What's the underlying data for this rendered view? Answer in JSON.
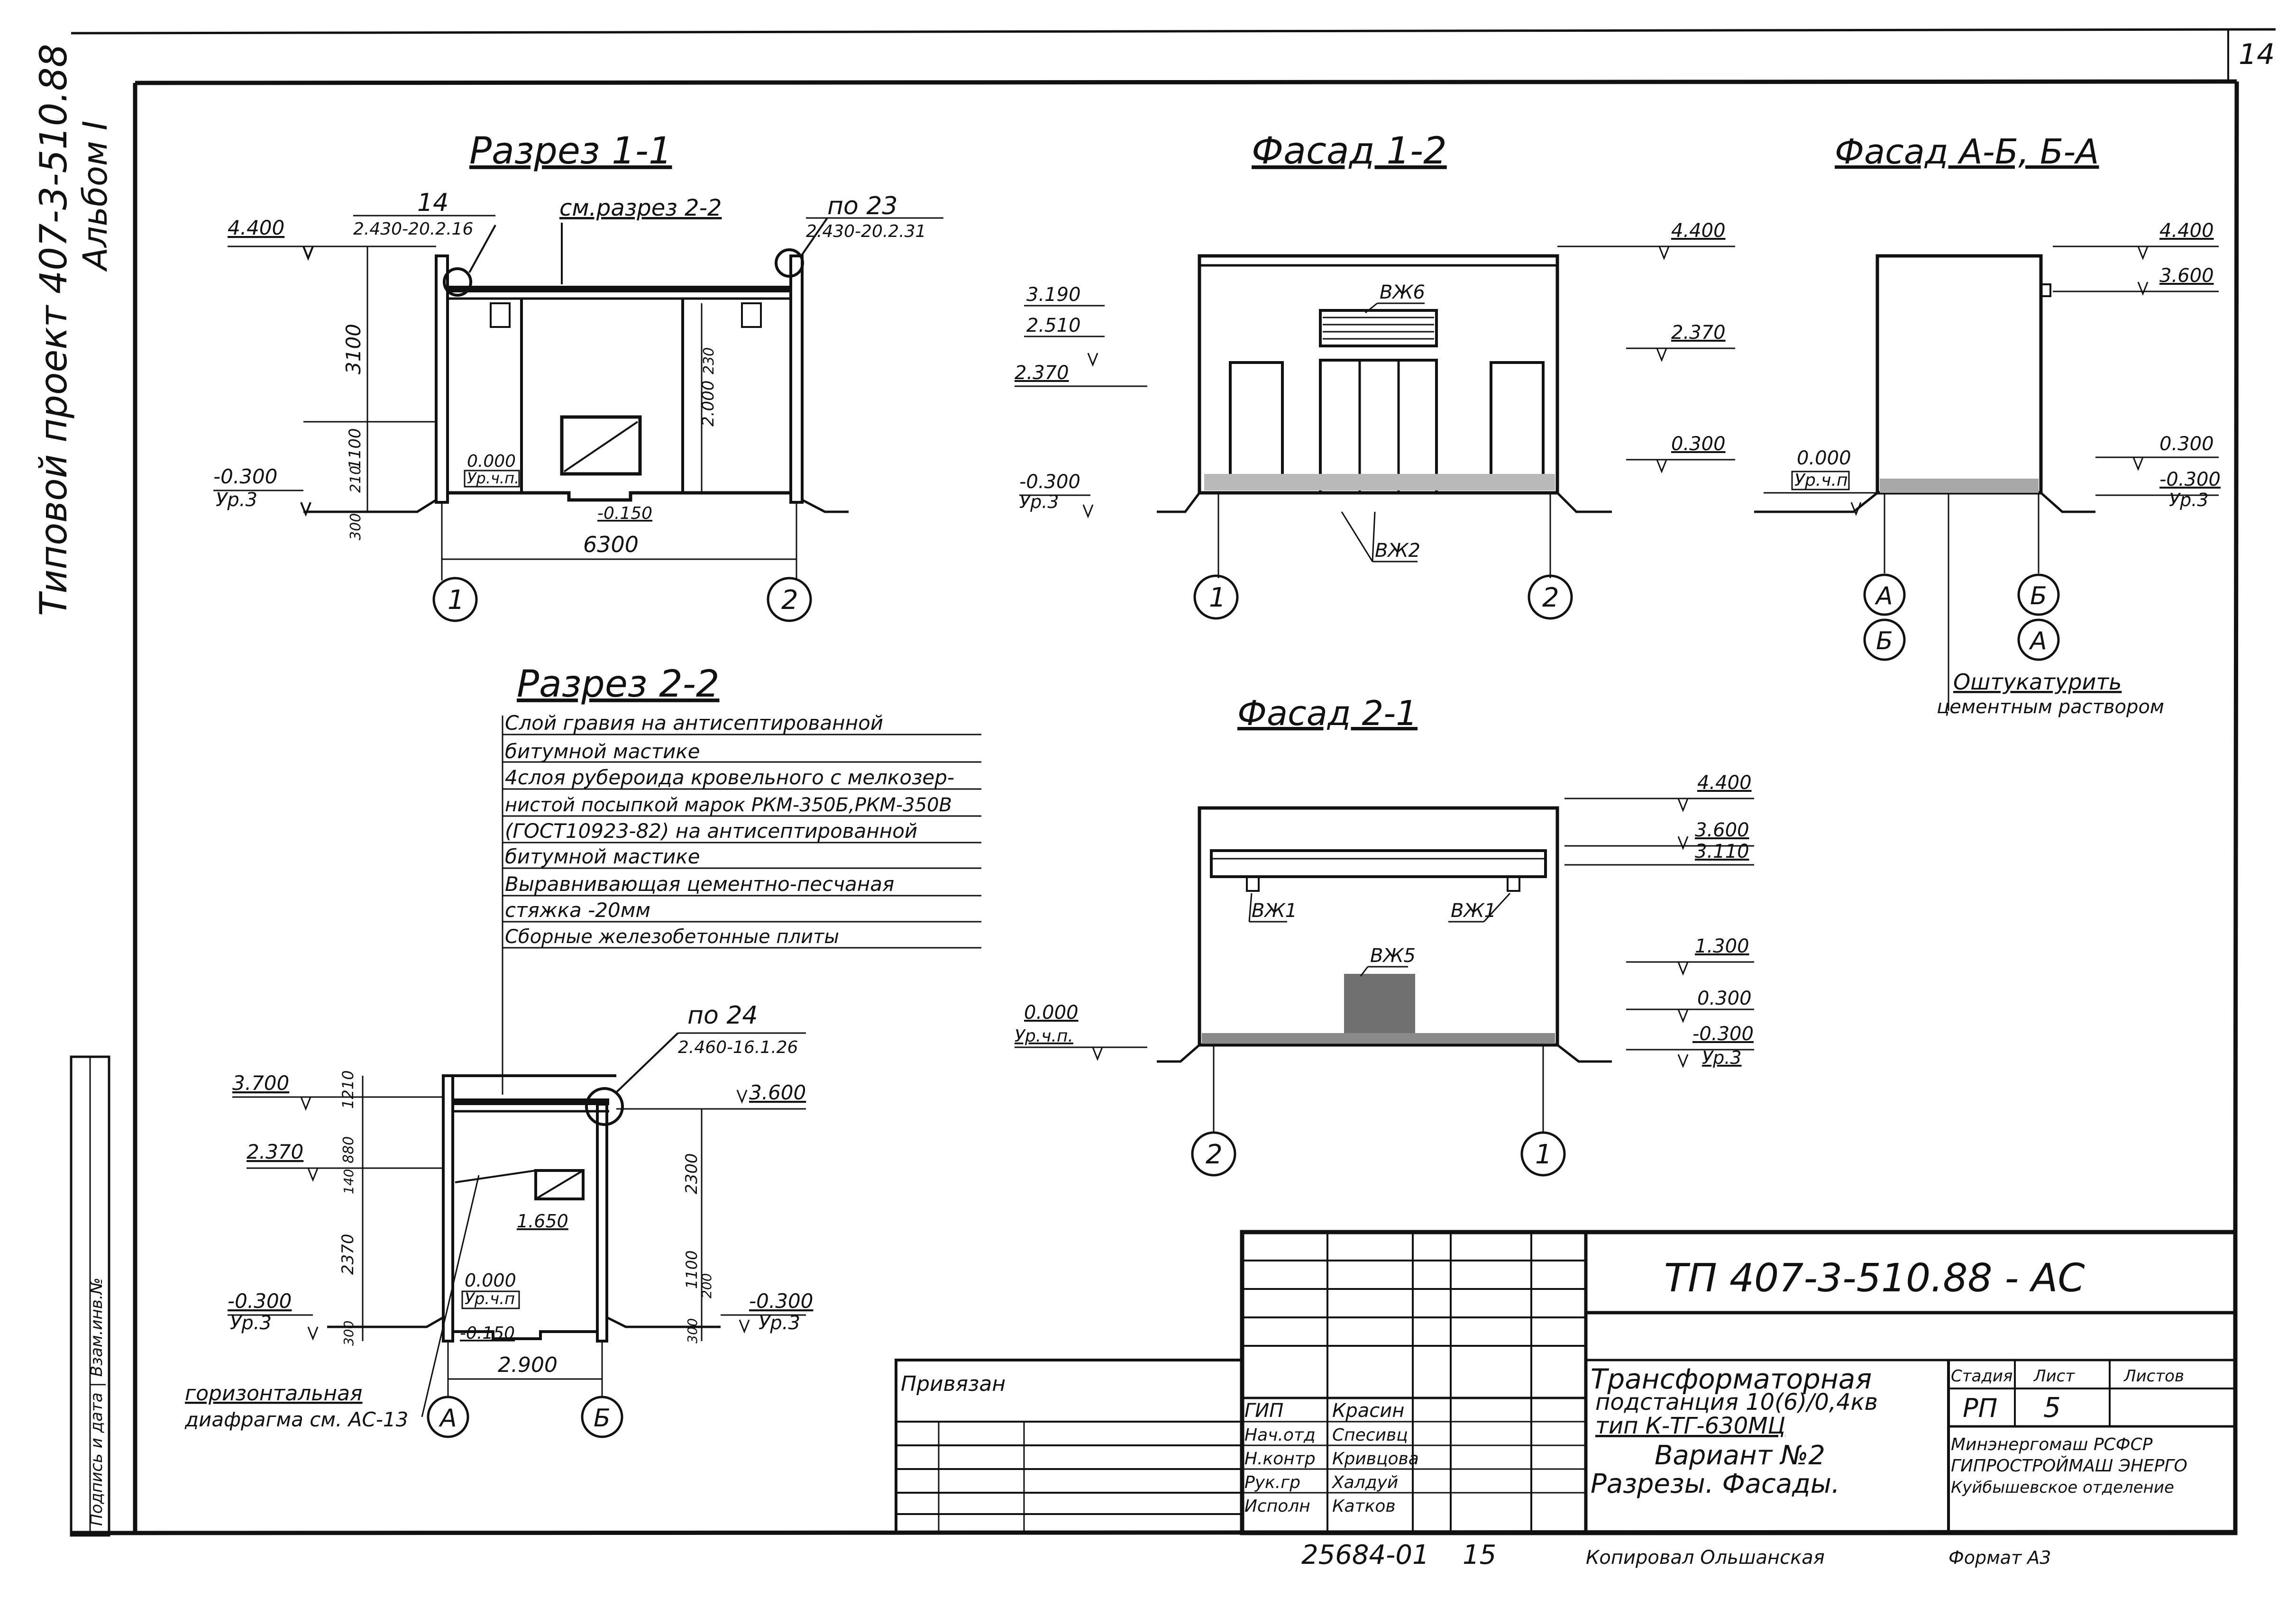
{
  "sheet": {
    "page_number": "14",
    "side_stamp": "Типовой проект 407-3-510.88",
    "side_stamp_album": "Альбом I",
    "left_strip": "Подпись и дата | Взам.инв.№"
  },
  "section_1_1": {
    "title": "Разрез 1-1",
    "ref_left_num": "14",
    "ref_left_code": "2.430-20.2.16",
    "ref_mid": "см.разрез 2-2",
    "ref_right_num": "по 23",
    "ref_right_code": "2.430-20.2.31",
    "level_top": "4.400",
    "level_bottom": "-0.300",
    "level_bottom_sub": "Ур.3",
    "dim_height": "3100",
    "dim_1100": "1100",
    "dim_210": "210",
    "dim_300": "300",
    "floor_level": "0.000",
    "floor_sub": "Ур.ч.п.",
    "dim_2000": "2.000",
    "dim_230": "230",
    "pit_level": "-0.150",
    "dim_width": "6300",
    "axis_left": "1",
    "axis_right": "2"
  },
  "facade_1_2": {
    "title": "Фасад 1-2",
    "levels_left": [
      "3.190",
      "2.510",
      "2.370",
      "-0.300"
    ],
    "level_left_sub": "Ур.3",
    "levels_right": [
      "4.400",
      "2.370",
      "0.300"
    ],
    "tag_top": "ВЖ6",
    "tag_bottom": "ВЖ2",
    "axis_left": "1",
    "axis_right": "2"
  },
  "facade_a_b": {
    "title": "Фасад А-Б, Б-А",
    "levels_right": [
      "4.400",
      "3.600",
      "0.300",
      "-0.300"
    ],
    "level_right_sub": "Ур.3",
    "level_left": "0.000",
    "level_left_sub": "Ур.ч.п",
    "axis_left_top": "А",
    "axis_left_bottom": "Б",
    "axis_right_top": "Б",
    "axis_right_bottom": "А",
    "note_line1": "Оштукатурить",
    "note_line2": "цементным раствором"
  },
  "section_2_2": {
    "title": "Разрез 2-2",
    "layers": [
      "Слой гравия на антисептированной",
      "битумной мастике",
      "4слоя рубероида кровельного с мелкозер-",
      "нистой посыпкой марок РКМ-350Б,РКМ-350В",
      "(ГОСТ10923-82) на антисептированной",
      "битумной мастике",
      "Выравнивающая цементно-песчаная",
      "стяжка -20мм",
      "Сборные железобетонные плиты"
    ],
    "ref_num": "по 24",
    "ref_code": "2.460-16.1.26",
    "level_left_top": "3.700",
    "level_left_mid": "2.370",
    "level_right_top": "3.600",
    "dims_left": [
      "1210",
      "880",
      "140",
      "2370",
      "300"
    ],
    "dims_right": [
      "2300",
      "1100",
      "200",
      "300"
    ],
    "window_level": "1.650",
    "floor_level": "0.000",
    "floor_sub": "Ур.ч.п",
    "pit_level": "-0.150",
    "level_left_bottom": "-0.300",
    "level_left_bottom_sub": "Ур.3",
    "level_right_bottom": "-0.300",
    "level_right_bottom_sub": "Ур.3",
    "dim_width": "2.900",
    "axis_left": "А",
    "axis_right": "Б",
    "note_line1": "горизонтальная",
    "note_line2": "диафрагма см. АС-13"
  },
  "facade_2_1": {
    "title": "Фасад 2-1",
    "levels_right": [
      "4.400",
      "3.600",
      "3.110",
      "1.300",
      "0.300",
      "-0.300"
    ],
    "level_right_sub": "Ур.3",
    "level_left": "0.000",
    "level_left_sub": "Ур.ч.п.",
    "tag_left": "ВЖ1",
    "tag_right": "ВЖ1",
    "tag_bottom": "ВЖ5",
    "axis_left": "2",
    "axis_right": "1"
  },
  "title_block": {
    "code": "ТП   407-3-510.88 - АС",
    "privyazan": "Привязан",
    "roles": [
      "ГИП",
      "Нач.отд",
      "Н.контр",
      "Рук.гр",
      "Исполн"
    ],
    "names": [
      "Красин",
      "Спесивц",
      "Кривцова",
      "Халдуй",
      "Катков"
    ],
    "subject_line1": "Трансформаторная",
    "subject_line2": "подстанция 10(6)/0,4кв",
    "subject_line3": "тип К-ТГ-630МЦ",
    "variant": "Вариант №2",
    "content": "Разрезы. Фасады.",
    "stage_header": "Стадия",
    "sheet_header": "Лист",
    "sheets_header": "Листов",
    "stage_value": "РП",
    "sheet_value": "5",
    "org_line1": "Минэнергомаш РСФСР",
    "org_line2": "ГИПРОСТРОЙМАШ ЭНЕРГО",
    "org_line3": "Куйбышевское отделение",
    "inv_number": "25684-01",
    "inv_sheet": "15",
    "copied": "Копировал Ольшанская",
    "format": "Формат А3"
  }
}
